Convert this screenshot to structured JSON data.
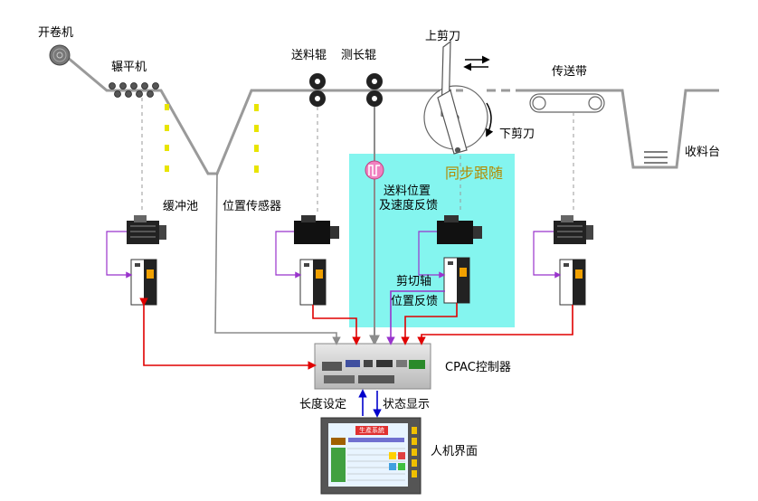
{
  "labels": {
    "uncoiler": "开卷机",
    "leveler": "辗平机",
    "feed_roller": "送料辊",
    "measure_roller": "测长辊",
    "upper_knife": "上剪刀",
    "conveyor": "传送带",
    "lower_knife": "下剪刀",
    "receiving_table": "收料台",
    "sync_follow": "同步跟随",
    "feed_feedback_line1": "送料位置",
    "feed_feedback_line2": "及速度反馈",
    "buffer_pit": "缓冲池",
    "position_sensor": "位置传感器",
    "cut_axis_line1": "剪切轴",
    "cut_axis_line2": "位置反馈",
    "controller": "CPAC控制器",
    "length_setting": "长度设定",
    "status_display": "状态显示",
    "hmi": "人机界面"
  },
  "hmi_screen": {
    "title": "生產系統"
  },
  "colors": {
    "sync_panel": "#84f5ef",
    "red_wire": "#e00000",
    "purple_wire": "#9933cc",
    "gray_wire": "#8c8c8c",
    "blue_wire": "#0000cc"
  }
}
